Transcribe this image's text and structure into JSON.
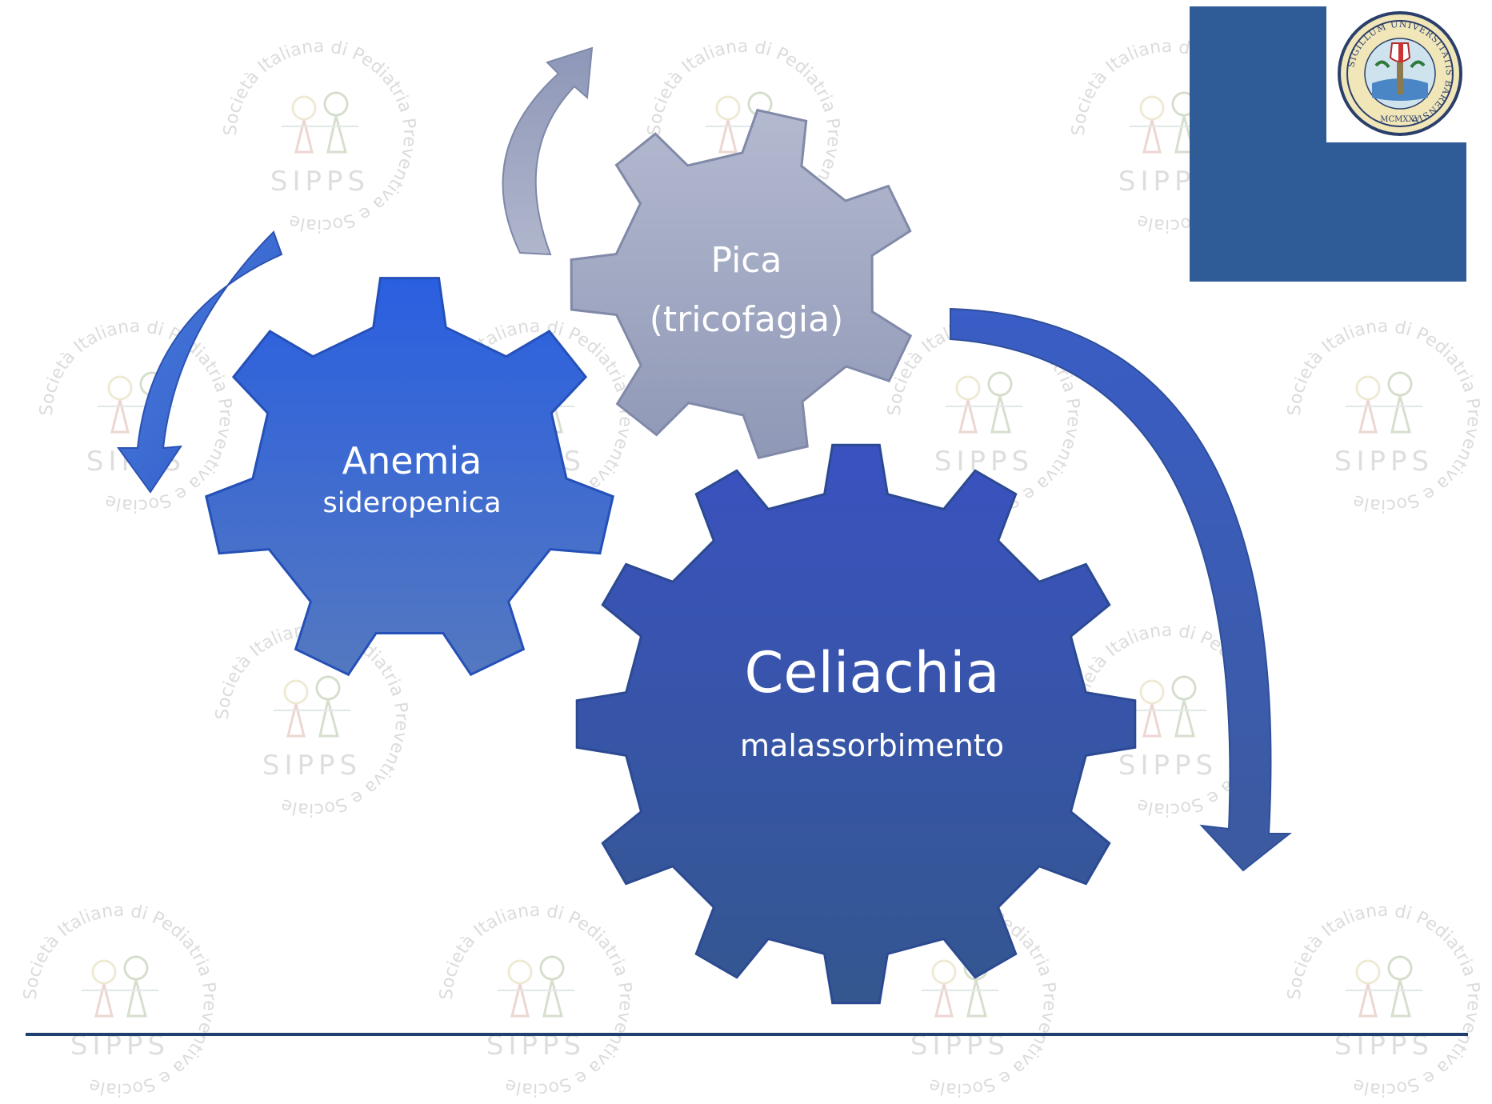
{
  "watermark": {
    "ring_text": "Società Italiana di Pediatria Preventiva e Sociale",
    "center_text": "SIPPS"
  },
  "diagram": {
    "gears": [
      {
        "id": "anemia",
        "title": "Anemia",
        "subtitle": "sideropenica",
        "color": "#3a6fdc"
      },
      {
        "id": "pica",
        "title": "Pica",
        "subtitle": "(tricofagia)",
        "color": "#a5aecb"
      },
      {
        "id": "celiachia",
        "title": "Celiachia",
        "subtitle": "malassorbimento",
        "color": "#3657a8"
      }
    ],
    "arrows": [
      {
        "id": "arrow-to-anemia",
        "color": "#3f6fdc"
      },
      {
        "id": "arrow-to-pica",
        "color": "#9aa3c2"
      },
      {
        "id": "arrow-to-celiachia",
        "color": "#3a5fb4"
      }
    ]
  },
  "logo": {
    "seal_ring_text": "SIGILLUM UNIVERSITATIS BARENSIS",
    "seal_year": "MCMXXV"
  },
  "colors": {
    "logo_background": "#2f5b97",
    "footer_rule": "#1f3f6e"
  }
}
